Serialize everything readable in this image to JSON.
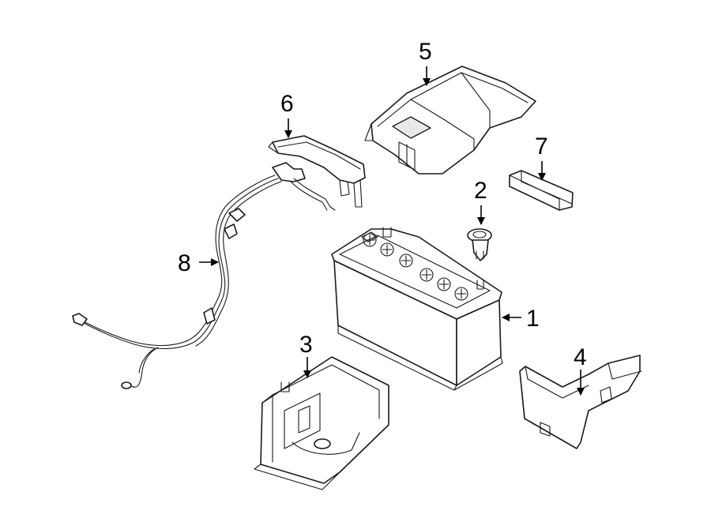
{
  "callouts": {
    "c1": "1",
    "c2": "2",
    "c3": "3",
    "c4": "4",
    "c5": "5",
    "c6": "6",
    "c7": "7",
    "c8": "8"
  },
  "colors": {
    "line": "#1a1a1a",
    "background": "#ffffff",
    "shade": "#e9e9e9"
  }
}
